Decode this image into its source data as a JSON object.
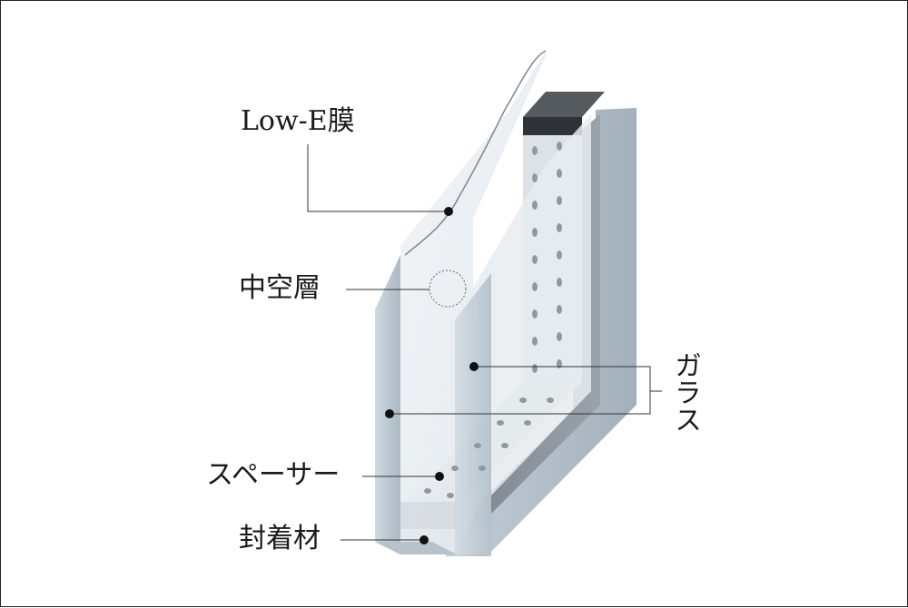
{
  "labels": {
    "low_e": "Low-E膜",
    "air_layer": "中空層",
    "glass": "ガラス",
    "spacer": "スペーサー",
    "sealant": "封着材"
  },
  "colors": {
    "glass_face": "#e4eaef",
    "glass_edge": "#b9c8d3",
    "glass_dark": "#8d96a0",
    "spacer_dark": "#3a3a3a",
    "spacer_light": "#cdd3d8",
    "sealant": "#c6c9cc",
    "leader": "#333333",
    "dot": "#111111"
  }
}
